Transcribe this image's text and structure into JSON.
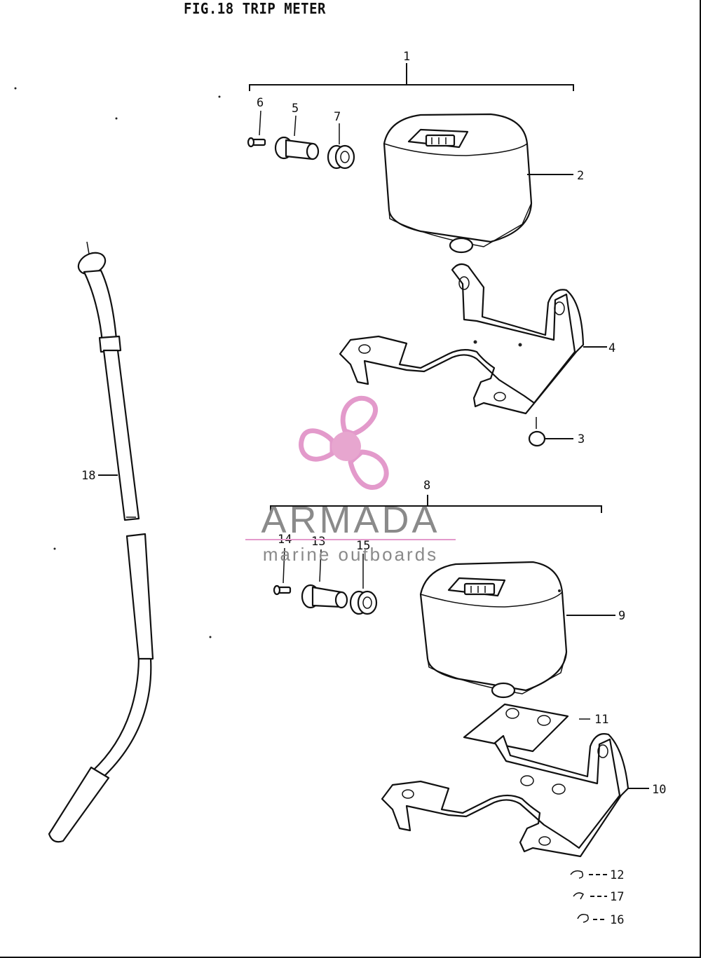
{
  "figure": {
    "title": "FIG.18  TRIP METER"
  },
  "callouts": [
    {
      "id": "c1",
      "label": "1"
    },
    {
      "id": "c2",
      "label": "2"
    },
    {
      "id": "c3",
      "label": "3"
    },
    {
      "id": "c4",
      "label": "4"
    },
    {
      "id": "c5",
      "label": "5"
    },
    {
      "id": "c6",
      "label": "6"
    },
    {
      "id": "c7",
      "label": "7"
    },
    {
      "id": "c8",
      "label": "8"
    },
    {
      "id": "c9",
      "label": "9"
    },
    {
      "id": "c10",
      "label": "10"
    },
    {
      "id": "c11",
      "label": "11"
    },
    {
      "id": "c12",
      "label": "12"
    },
    {
      "id": "c13",
      "label": "13"
    },
    {
      "id": "c14",
      "label": "14"
    },
    {
      "id": "c15",
      "label": "15"
    },
    {
      "id": "c16",
      "label": "16"
    },
    {
      "id": "c17",
      "label": "17"
    },
    {
      "id": "c18",
      "label": "18"
    }
  ],
  "watermark": {
    "title": "ARMADA",
    "subtitle": "marine outboards",
    "logo": "propeller-icon",
    "color_pink": "#e39acb",
    "color_pink_center": "#e7a6cf",
    "color_gray": "#8a8a8a"
  },
  "colors": {
    "ink": "#111111",
    "paper": "#ffffff"
  }
}
